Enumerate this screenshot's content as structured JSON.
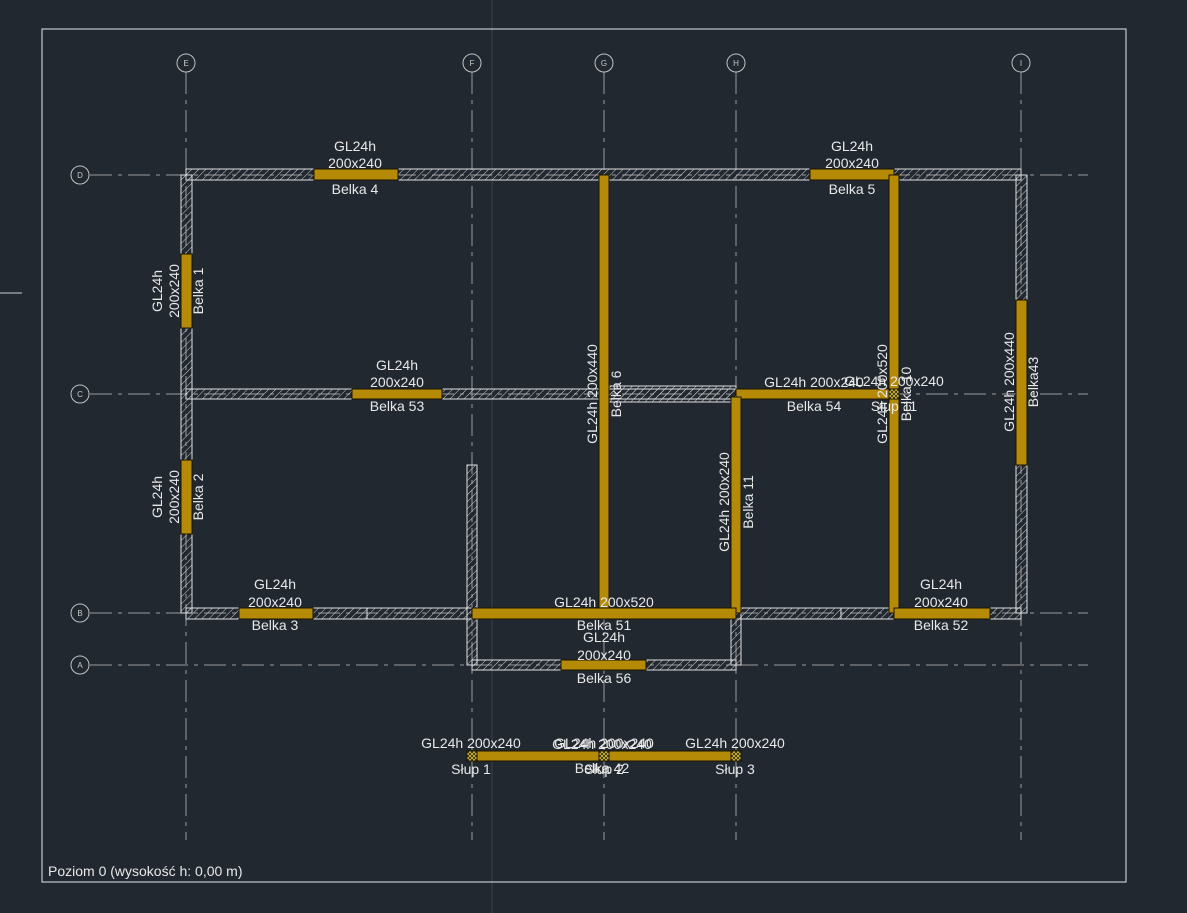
{
  "level_label": "Poziom 0 (wysokość h: 0,00 m)",
  "colors": {
    "background": "#212830",
    "beam": "#b58a06",
    "wall_hatch": "#d8d8d8",
    "axis": "#a8a8a8",
    "text": "#e8e8e8"
  },
  "grid_axes": {
    "vertical": [
      "E",
      "F",
      "G",
      "H",
      "I"
    ],
    "horizontal": [
      "D",
      "C",
      "B",
      "A"
    ]
  },
  "beams": [
    {
      "id": "belka-4",
      "lines": [
        "GL24h",
        "200x240",
        "Belka 4"
      ]
    },
    {
      "id": "belka-5",
      "lines": [
        "GL24h",
        "200x240",
        "Belka 5"
      ]
    },
    {
      "id": "belka-1",
      "lines": [
        "GL24h",
        "200x240",
        "Belka 1"
      ]
    },
    {
      "id": "belka-2",
      "lines": [
        "GL24h",
        "200x240",
        "Belka 2"
      ]
    },
    {
      "id": "belka-53",
      "lines": [
        "GL24h",
        "200x240",
        "Belka 53"
      ]
    },
    {
      "id": "belka-6",
      "lines": [
        "GL24h 200x440",
        "Belka 6"
      ]
    },
    {
      "id": "belka-54",
      "lines": [
        "GL24h 200x240",
        "Belka 54"
      ]
    },
    {
      "id": "belka-10",
      "lines": [
        "GL24h 200x520",
        "Belka 10"
      ]
    },
    {
      "id": "slup-11",
      "lines": [
        "GL24h 200x240",
        "Słup 11"
      ]
    },
    {
      "id": "belka-43",
      "lines": [
        "GL24h 200x440",
        "Belka43"
      ]
    },
    {
      "id": "belka-11",
      "lines": [
        "GL24h 200x240",
        "Belka 11"
      ]
    },
    {
      "id": "belka-3",
      "lines": [
        "GL24h",
        "200x240",
        "Belka 3"
      ]
    },
    {
      "id": "belka-51",
      "lines": [
        "GL24h 200x520",
        "Belka 51"
      ]
    },
    {
      "id": "belka-52",
      "lines": [
        "GL24h",
        "200x240",
        "Belka 52"
      ]
    },
    {
      "id": "belka-56",
      "lines": [
        "GL24h",
        "200x240",
        "Belka 56"
      ]
    },
    {
      "id": "slup-1",
      "lines": [
        "GL24h 200x240",
        "Słup 1"
      ]
    },
    {
      "id": "slup-2",
      "lines": [
        "GL24h 200x240",
        "Słup 2"
      ]
    },
    {
      "id": "belka-42",
      "lines": [
        "GL24h 200x240",
        "Belka 42"
      ]
    },
    {
      "id": "slup-3",
      "lines": [
        "GL24h 200x240",
        "Słup 3"
      ]
    }
  ]
}
